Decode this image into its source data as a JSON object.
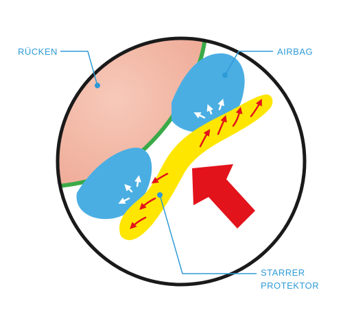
{
  "labels": {
    "back": "RÜCKEN",
    "airbag": "AIRBAG",
    "protector_line1": "STARRER",
    "protector_line2": "PROTEKTOR"
  },
  "colors": {
    "outline": "#1a1a1a",
    "skin": "#f2b8a6",
    "skin_edge": "#3aaa48",
    "airbag": "#4aaee3",
    "protector": "#ffe600",
    "impact_arrow": "#e3131b",
    "small_arrows_red": "#e3131b",
    "small_arrows_white": "#ffffff",
    "label_text": "#2e9ad6",
    "leader_line": "#2e9ad6"
  },
  "icons": {
    "impact": "large-impact-arrow-icon",
    "deflection": "small-deflection-arrow-icon",
    "release": "small-air-release-arrow-icon"
  }
}
